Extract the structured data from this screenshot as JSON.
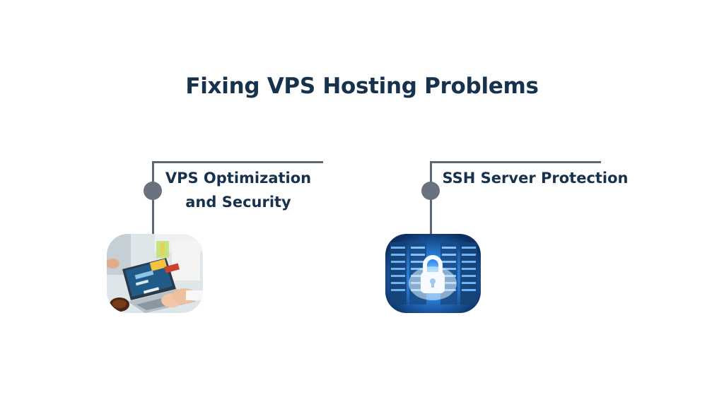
{
  "title": "Fixing VPS Hosting Problems",
  "items": [
    {
      "label_lines": [
        "VPS Optimization",
        "and Security"
      ],
      "image_icon": "laptop-analysis-icon"
    },
    {
      "label_lines": [
        "SSH Server Protection"
      ],
      "image_icon": "server-lock-icon"
    }
  ],
  "colors": {
    "title": "#17324d",
    "connector": "#5d6773",
    "node": "#69727e",
    "secure_blue": "#1d73d6"
  }
}
